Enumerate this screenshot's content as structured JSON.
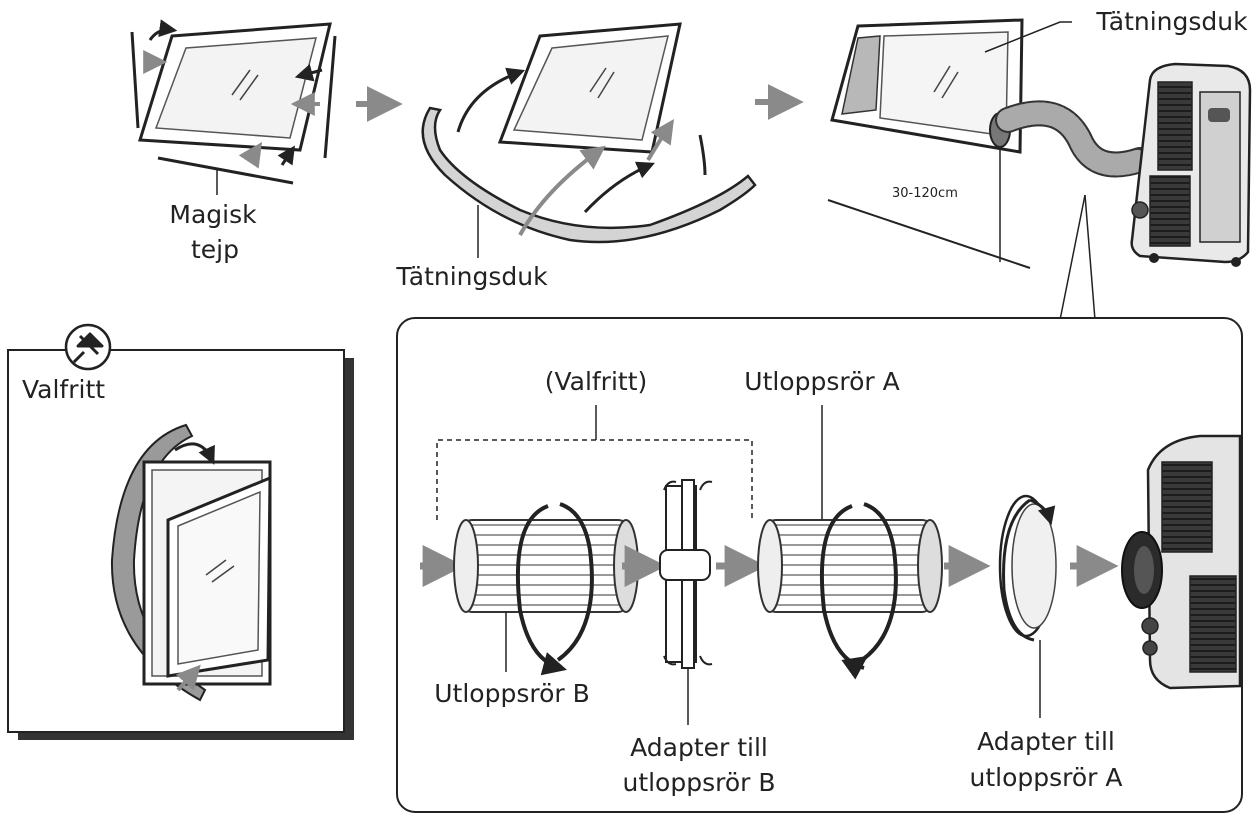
{
  "labels": {
    "magic_tape_line1": "Magisk",
    "magic_tape_line2": "tejp",
    "sealing_cloth_mid": "Tätningsduk",
    "sealing_cloth_top": "Tätningsduk",
    "height_range": "30-120cm",
    "optional_box": "Valfritt",
    "optional_bracket": "(Valfritt)",
    "hose_a": "Utloppsrör A",
    "hose_b": "Utloppsrör B",
    "adapter_b_line1": "Adapter till",
    "adapter_b_line2": "utloppsrör B",
    "adapter_a_line1": "Adapter till",
    "adapter_a_line2": "utloppsrör A"
  },
  "colors": {
    "line": "#222222",
    "arrow_gray": "#8a8a8a",
    "fill_gray": "#bdbdbd",
    "unit_dark": "#2b2b2b"
  },
  "icons": {
    "optional_badge": "pushpin-icon"
  }
}
